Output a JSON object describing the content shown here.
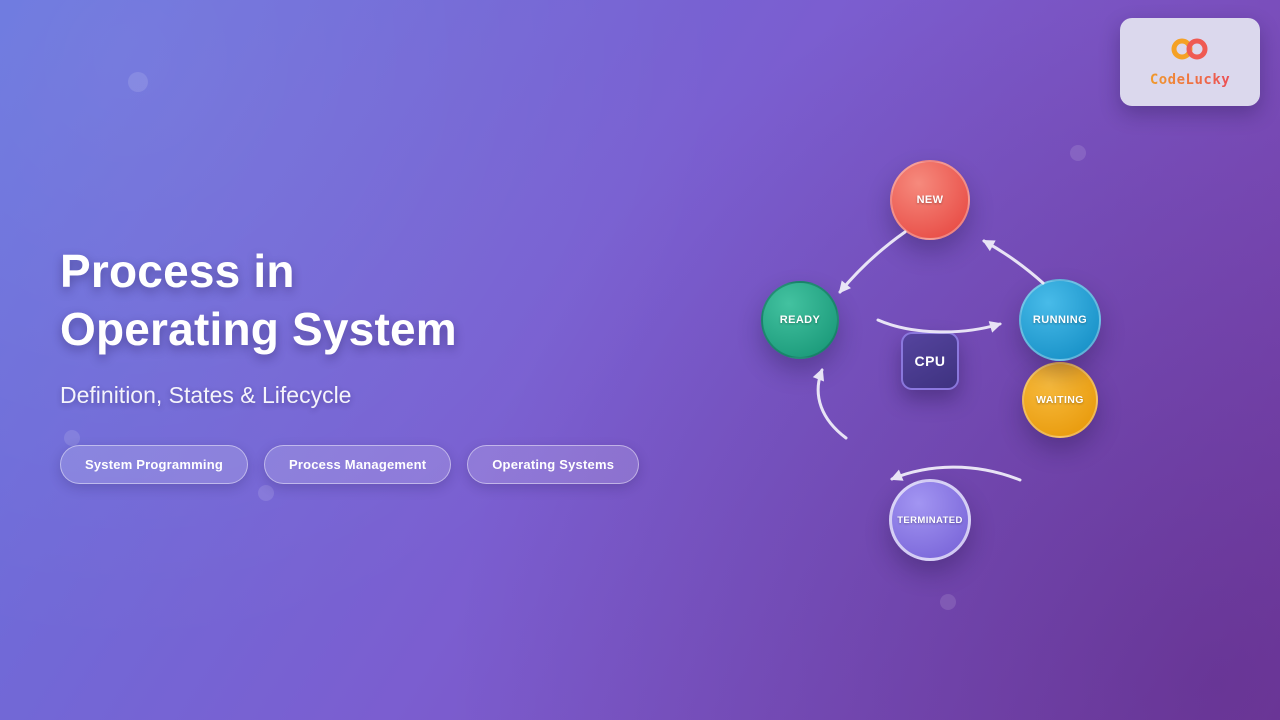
{
  "brand": {
    "name": "CodeLucky",
    "icon": "infinity-icon",
    "accent_color": "#e85c3f",
    "card_color": "#dbd8ed"
  },
  "hero": {
    "title_line1": "Process in",
    "title_line2": "Operating System",
    "subtitle": "Definition, States & Lifecycle",
    "tags": [
      {
        "label": "System Programming"
      },
      {
        "label": "Process Management"
      },
      {
        "label": "Operating Systems"
      }
    ]
  },
  "diagram": {
    "cpu_label": "CPU",
    "states": [
      {
        "id": "new",
        "label": "NEW",
        "color": "#ee5f55"
      },
      {
        "id": "ready",
        "label": "READY",
        "color": "#28a98c"
      },
      {
        "id": "running",
        "label": "RUNNING",
        "color": "#2ba6de"
      },
      {
        "id": "waiting",
        "label": "WAITING",
        "color": "#f0a41c"
      },
      {
        "id": "terminated",
        "label": "TERMINATED",
        "color": "#8f7ce9"
      }
    ],
    "transitions": [
      {
        "from": "new",
        "to": "ready"
      },
      {
        "from": "ready",
        "to": "running"
      },
      {
        "from": "running",
        "to": "new"
      },
      {
        "from": "waiting",
        "to": "ready"
      },
      {
        "from": "running",
        "to": "terminated"
      }
    ]
  },
  "colors": {
    "background_start": "#6774de",
    "background_mid": "#7b5ed0",
    "background_end": "#7e42ae",
    "arrow": "#efecf9"
  }
}
